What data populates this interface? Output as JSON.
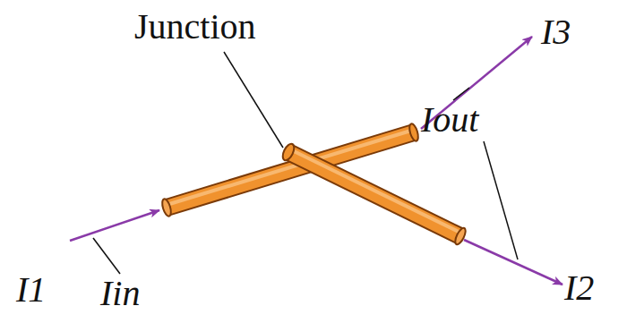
{
  "diagram": {
    "labels": [
      "Junction",
      "I3",
      "Iout",
      "I2",
      "I1",
      "Iin"
    ]
  }
}
